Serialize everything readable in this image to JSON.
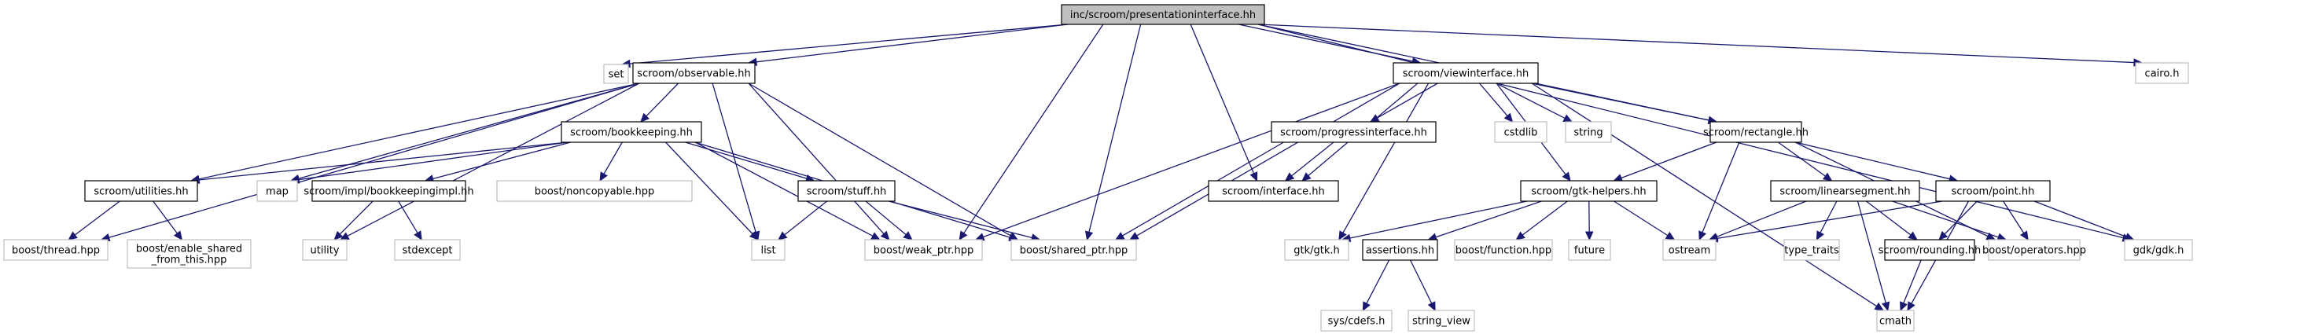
{
  "diagram": {
    "type": "include-dependency-graph",
    "colors": {
      "edge": "#191970",
      "root_fill": "#bfbfbf",
      "root_stroke": "#000000",
      "documented_stroke": "#000000",
      "external_stroke": "#bfbfbf",
      "node_fill": "#ffffff"
    },
    "nodes": [
      {
        "id": "root",
        "label": "inc/scroom/presentationinterface.hh",
        "kind": "root"
      },
      {
        "id": "set",
        "label": "set",
        "kind": "external"
      },
      {
        "id": "observable",
        "label": "scroom/observable.hh",
        "kind": "documented"
      },
      {
        "id": "viewinterface",
        "label": "scroom/viewinterface.hh",
        "kind": "documented"
      },
      {
        "id": "cairo",
        "label": "cairo.h",
        "kind": "external"
      },
      {
        "id": "bookkeeping",
        "label": "scroom/bookkeeping.hh",
        "kind": "documented"
      },
      {
        "id": "progressinterface",
        "label": "scroom/progressinterface.hh",
        "kind": "documented"
      },
      {
        "id": "cstdlib",
        "label": "cstdlib",
        "kind": "external"
      },
      {
        "id": "string",
        "label": "string",
        "kind": "external"
      },
      {
        "id": "rectangle",
        "label": "scroom/rectangle.hh",
        "kind": "documented"
      },
      {
        "id": "utilities",
        "label": "scroom/utilities.hh",
        "kind": "documented"
      },
      {
        "id": "map",
        "label": "map",
        "kind": "external"
      },
      {
        "id": "bookkeepingimpl",
        "label": "scroom/impl/bookkeepingimpl.hh",
        "kind": "documented"
      },
      {
        "id": "noncopyable",
        "label": "boost/noncopyable.hpp",
        "kind": "external"
      },
      {
        "id": "stuff",
        "label": "scroom/stuff.hh",
        "kind": "documented"
      },
      {
        "id": "interface",
        "label": "scroom/interface.hh",
        "kind": "documented"
      },
      {
        "id": "gtkhelpers",
        "label": "scroom/gtk-helpers.hh",
        "kind": "documented"
      },
      {
        "id": "linearsegment",
        "label": "scroom/linearsegment.hh",
        "kind": "documented"
      },
      {
        "id": "point",
        "label": "scroom/point.hh",
        "kind": "documented"
      },
      {
        "id": "thread",
        "label": "boost/thread.hpp",
        "kind": "external"
      },
      {
        "id": "enableshared",
        "label": "boost/enable_shared\n_from_this.hpp",
        "kind": "external"
      },
      {
        "id": "utility",
        "label": "utility",
        "kind": "external"
      },
      {
        "id": "stdexcept",
        "label": "stdexcept",
        "kind": "external"
      },
      {
        "id": "list",
        "label": "list",
        "kind": "external"
      },
      {
        "id": "weakptr",
        "label": "boost/weak_ptr.hpp",
        "kind": "external"
      },
      {
        "id": "sharedptr",
        "label": "boost/shared_ptr.hpp",
        "kind": "external"
      },
      {
        "id": "gtkh",
        "label": "gtk/gtk.h",
        "kind": "external"
      },
      {
        "id": "assertions",
        "label": "assertions.hh",
        "kind": "documented"
      },
      {
        "id": "function",
        "label": "boost/function.hpp",
        "kind": "external"
      },
      {
        "id": "future",
        "label": "future",
        "kind": "external"
      },
      {
        "id": "ostream",
        "label": "ostream",
        "kind": "external"
      },
      {
        "id": "typetraits",
        "label": "type_traits",
        "kind": "external"
      },
      {
        "id": "rounding",
        "label": "scroom/rounding.hh",
        "kind": "documented"
      },
      {
        "id": "operators",
        "label": "boost/operators.hpp",
        "kind": "external"
      },
      {
        "id": "gdk",
        "label": "gdk/gdk.h",
        "kind": "external"
      },
      {
        "id": "cdefs",
        "label": "sys/cdefs.h",
        "kind": "external"
      },
      {
        "id": "stringview",
        "label": "string_view",
        "kind": "external"
      },
      {
        "id": "cmath",
        "label": "cmath",
        "kind": "external"
      }
    ],
    "edges": [
      [
        "root",
        "set"
      ],
      [
        "root",
        "observable"
      ],
      [
        "root",
        "viewinterface"
      ],
      [
        "root",
        "cairo"
      ],
      [
        "root",
        "rectangle"
      ],
      [
        "root",
        "interface"
      ],
      [
        "root",
        "weakptr"
      ],
      [
        "root",
        "sharedptr"
      ],
      [
        "root",
        "gdk"
      ],
      [
        "observable",
        "bookkeeping"
      ],
      [
        "observable",
        "utilities"
      ],
      [
        "observable",
        "thread"
      ],
      [
        "observable",
        "map"
      ],
      [
        "observable",
        "utility"
      ],
      [
        "observable",
        "list"
      ],
      [
        "observable",
        "weakptr"
      ],
      [
        "observable",
        "sharedptr"
      ],
      [
        "bookkeeping",
        "utilities"
      ],
      [
        "bookkeeping",
        "map"
      ],
      [
        "bookkeeping",
        "bookkeepingimpl"
      ],
      [
        "bookkeeping",
        "noncopyable"
      ],
      [
        "bookkeeping",
        "stuff"
      ],
      [
        "bookkeeping",
        "list"
      ],
      [
        "bookkeeping",
        "weakptr"
      ],
      [
        "bookkeeping",
        "sharedptr"
      ],
      [
        "bookkeepingimpl",
        "utility"
      ],
      [
        "bookkeepingimpl",
        "stdexcept"
      ],
      [
        "utilities",
        "thread"
      ],
      [
        "utilities",
        "enableshared"
      ],
      [
        "stuff",
        "list"
      ],
      [
        "stuff",
        "weakptr"
      ],
      [
        "stuff",
        "sharedptr"
      ],
      [
        "viewinterface",
        "progressinterface"
      ],
      [
        "viewinterface",
        "interface"
      ],
      [
        "viewinterface",
        "cstdlib"
      ],
      [
        "viewinterface",
        "string"
      ],
      [
        "viewinterface",
        "rectangle"
      ],
      [
        "viewinterface",
        "gtkhelpers"
      ],
      [
        "viewinterface",
        "gtkh"
      ],
      [
        "viewinterface",
        "weakptr"
      ],
      [
        "viewinterface",
        "sharedptr"
      ],
      [
        "viewinterface",
        "cmath"
      ],
      [
        "progressinterface",
        "interface"
      ],
      [
        "progressinterface",
        "sharedptr"
      ],
      [
        "rectangle",
        "gtkhelpers"
      ],
      [
        "rectangle",
        "linearsegment"
      ],
      [
        "rectangle",
        "point"
      ],
      [
        "rectangle",
        "ostream"
      ],
      [
        "rectangle",
        "operators"
      ],
      [
        "gtkhelpers",
        "gtkh"
      ],
      [
        "gtkhelpers",
        "assertions"
      ],
      [
        "gtkhelpers",
        "function"
      ],
      [
        "gtkhelpers",
        "future"
      ],
      [
        "gtkhelpers",
        "ostream"
      ],
      [
        "assertions",
        "cdefs"
      ],
      [
        "assertions",
        "stringview"
      ],
      [
        "linearsegment",
        "ostream"
      ],
      [
        "linearsegment",
        "typetraits"
      ],
      [
        "linearsegment",
        "rounding"
      ],
      [
        "linearsegment",
        "operators"
      ],
      [
        "linearsegment",
        "cmath"
      ],
      [
        "point",
        "ostream"
      ],
      [
        "point",
        "rounding"
      ],
      [
        "point",
        "operators"
      ],
      [
        "point",
        "cmath"
      ],
      [
        "point",
        "gdk"
      ],
      [
        "rounding",
        "cmath"
      ]
    ]
  }
}
